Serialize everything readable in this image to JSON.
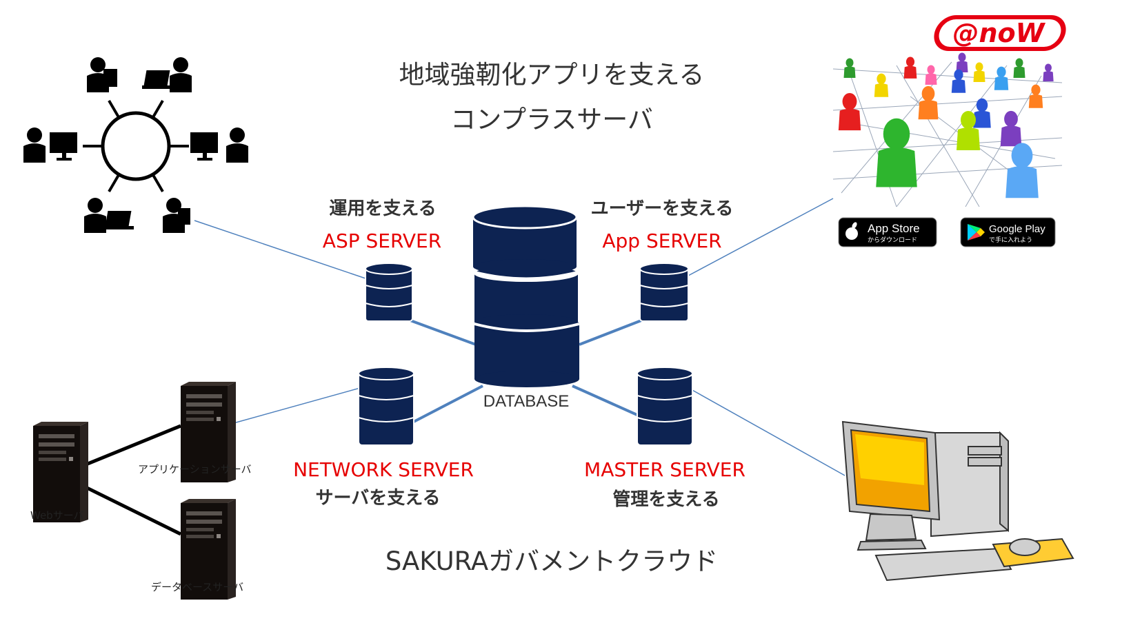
{
  "brand": {
    "logo_text": "@noW",
    "logo_color": "#e60012"
  },
  "title": {
    "line1": "地域強靭化アプリを支える",
    "line2": "コンプラスサーバ"
  },
  "footer": {
    "label": "SAKURAガバメントクラウド"
  },
  "database": {
    "label": "DATABASE",
    "color": "#0d2352"
  },
  "servers": {
    "asp": {
      "role": "運用を支える",
      "name": "ASP SERVER"
    },
    "app": {
      "role": "ユーザーを支える",
      "name": "App SERVER"
    },
    "network": {
      "name": "NETWORK SERVER",
      "role": "サーバを支える"
    },
    "master": {
      "name": "MASTER SERVER",
      "role": "管理を支える"
    }
  },
  "cloud_nodes": {
    "web": "Webサーバ",
    "app": "アプリケーションサーバ",
    "db": "データベースサーバ"
  },
  "badges": {
    "appstore": {
      "main": "App Store",
      "sub": "からダウンロード"
    },
    "googleplay": {
      "main": "Google Play",
      "sub": "で手に入れよう"
    }
  },
  "colors": {
    "accent_red": "#e60000",
    "link_blue": "#4f81bd",
    "server_navy": "#0d2352"
  }
}
